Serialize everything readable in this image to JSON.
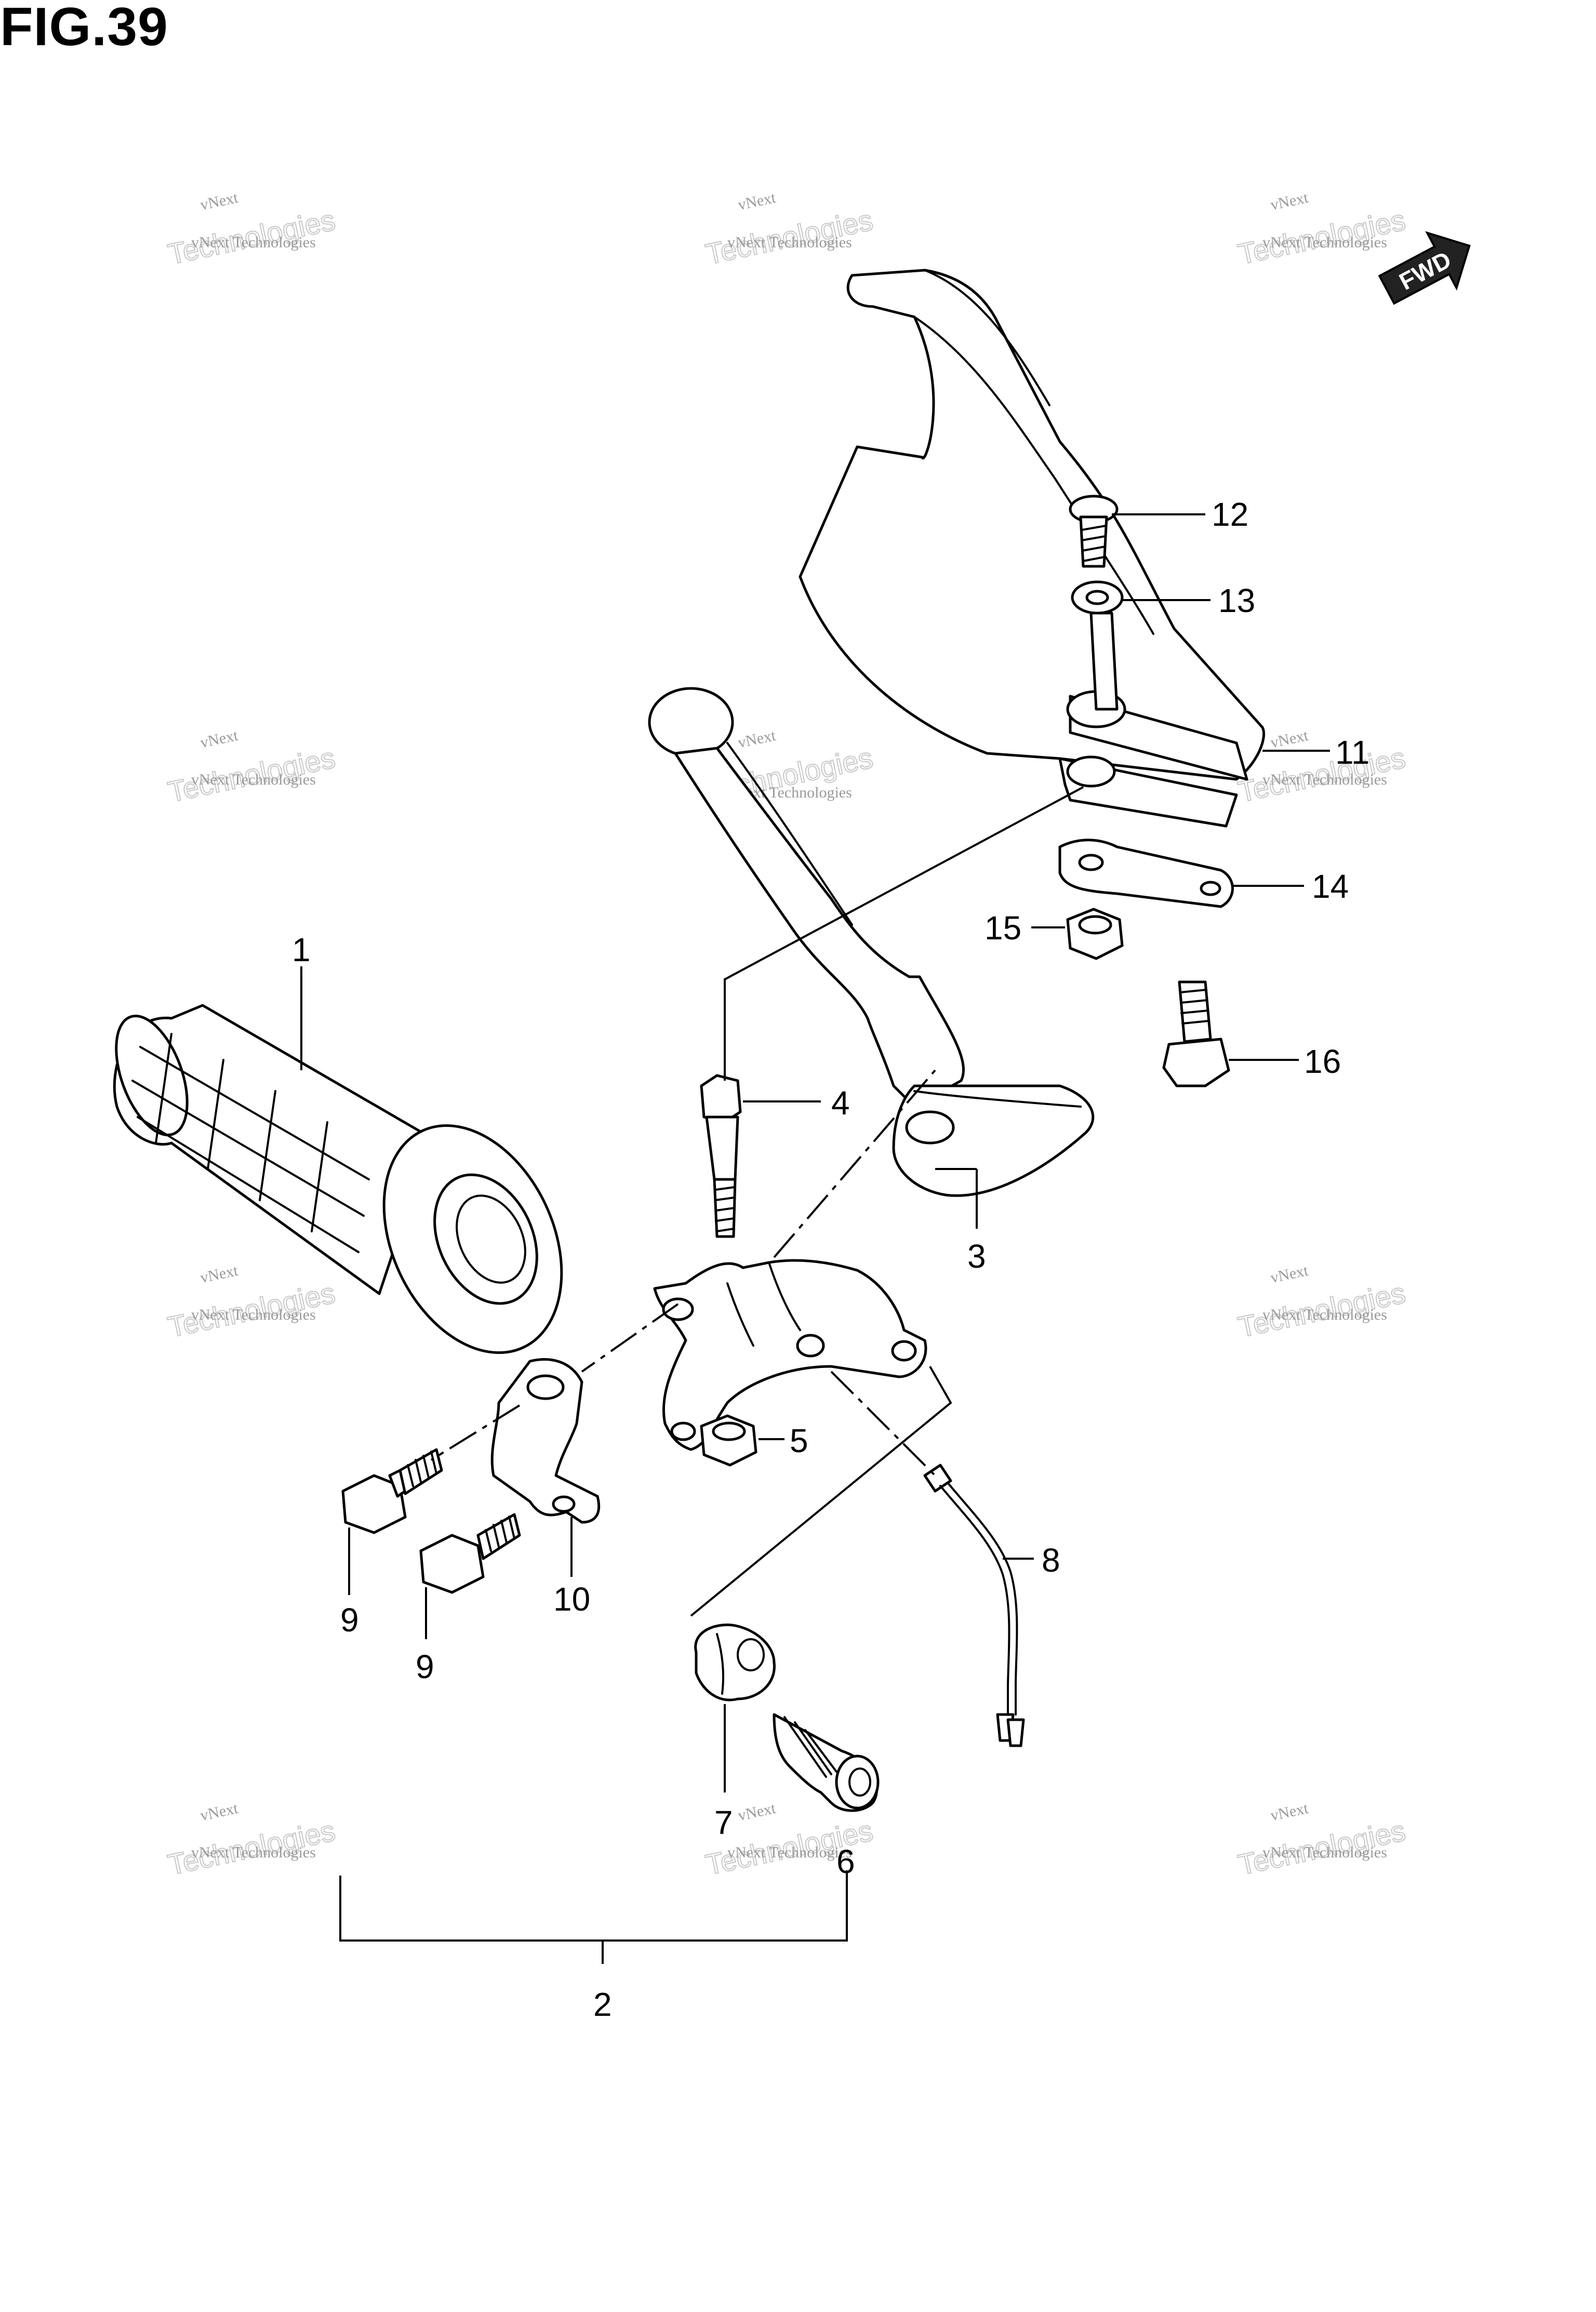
{
  "figure": {
    "title": "FIG.39"
  },
  "fwd_badge": {
    "label": "FWD"
  },
  "watermark": {
    "line1": "vNext Technologies",
    "line2": "Technologies",
    "line3": "vNext"
  },
  "callouts": [
    "1",
    "2",
    "3",
    "4",
    "5",
    "6",
    "7",
    "8",
    "9",
    "9",
    "10",
    "11",
    "12",
    "13",
    "14",
    "15",
    "16"
  ],
  "colors": {
    "ink": "#000000",
    "paper": "#ffffff",
    "watermark": "#b0b0b0"
  }
}
